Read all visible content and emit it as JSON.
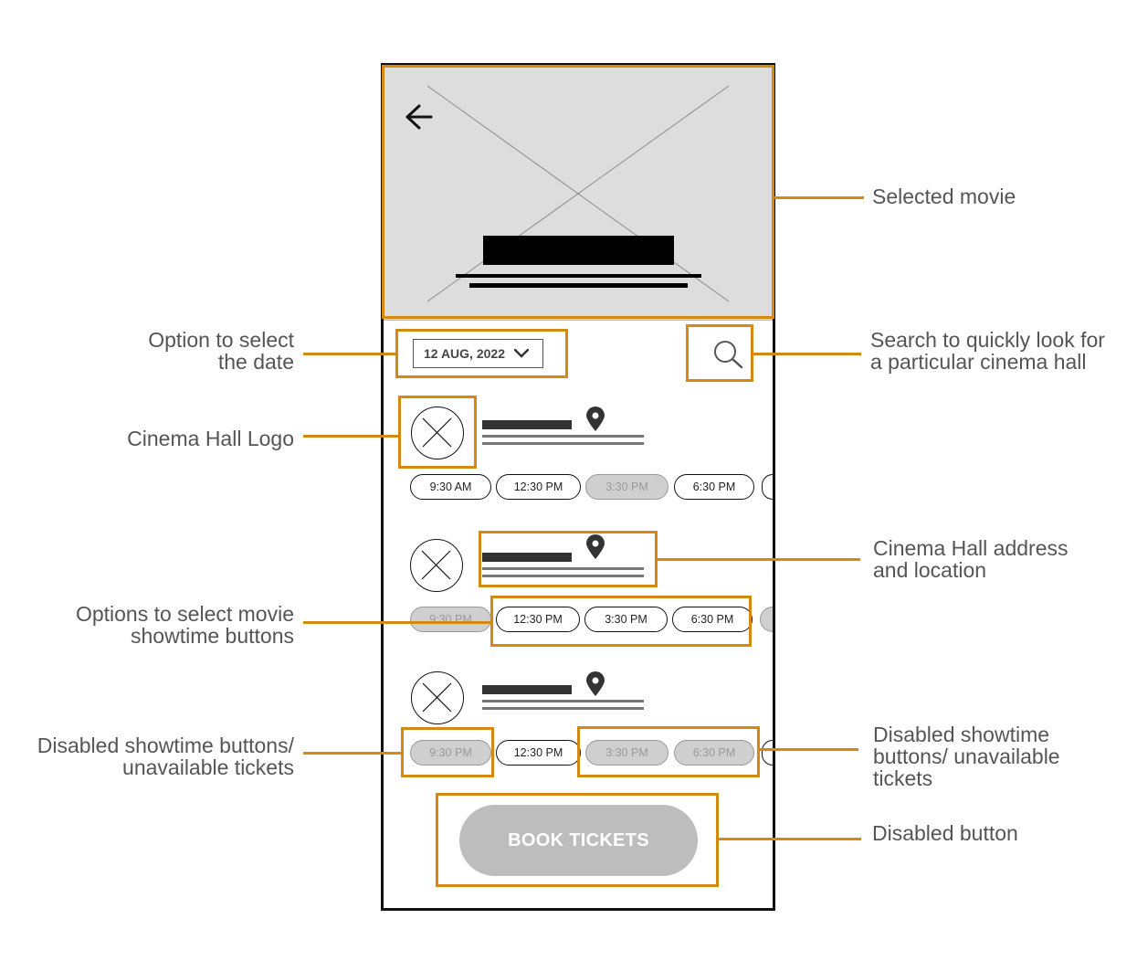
{
  "screen": {
    "date_selector": {
      "value": "12 AUG, 2022"
    },
    "halls": [
      {
        "showtimes": [
          {
            "label": "9:30 AM",
            "disabled": false
          },
          {
            "label": "12:30 PM",
            "disabled": false
          },
          {
            "label": "3:30 PM",
            "disabled": true
          },
          {
            "label": "6:30 PM",
            "disabled": false
          }
        ]
      },
      {
        "showtimes": [
          {
            "label": "9:30 PM",
            "disabled": true
          },
          {
            "label": "12:30 PM",
            "disabled": false
          },
          {
            "label": "3:30 PM",
            "disabled": false
          },
          {
            "label": "6:30 PM",
            "disabled": false
          }
        ]
      },
      {
        "showtimes": [
          {
            "label": "9:30 PM",
            "disabled": true
          },
          {
            "label": "12:30 PM",
            "disabled": false
          },
          {
            "label": "3:30 PM",
            "disabled": true
          },
          {
            "label": "6:30 PM",
            "disabled": true
          }
        ]
      }
    ],
    "book_button": {
      "label": "BOOK TICKETS",
      "disabled": true
    }
  },
  "annotations": {
    "selected_movie": "Selected movie",
    "date_option": [
      "Option to select",
      "the date"
    ],
    "search": [
      "Search to quickly look for",
      "a particular cinema hall"
    ],
    "hall_logo": "Cinema Hall Logo",
    "hall_address": [
      "Cinema Hall address",
      "and location"
    ],
    "showtime_options": [
      "Options to select movie",
      "showtime buttons"
    ],
    "disabled_left": [
      "Disabled showtime buttons/",
      "unavailable  tickets"
    ],
    "disabled_right": [
      "Disabled showtime",
      "buttons/ unavailable",
      "tickets"
    ],
    "disabled_button": "Disabled button"
  },
  "colors": {
    "annotation": "#d68910",
    "placeholder": "#dddddd",
    "disabled": "#cfcfcf",
    "button_disabled": "#bdbdbd"
  },
  "icons": [
    "back-arrow-icon",
    "chevron-down-icon",
    "search-icon",
    "location-pin-icon",
    "image-placeholder-icon",
    "logo-placeholder-icon"
  ]
}
